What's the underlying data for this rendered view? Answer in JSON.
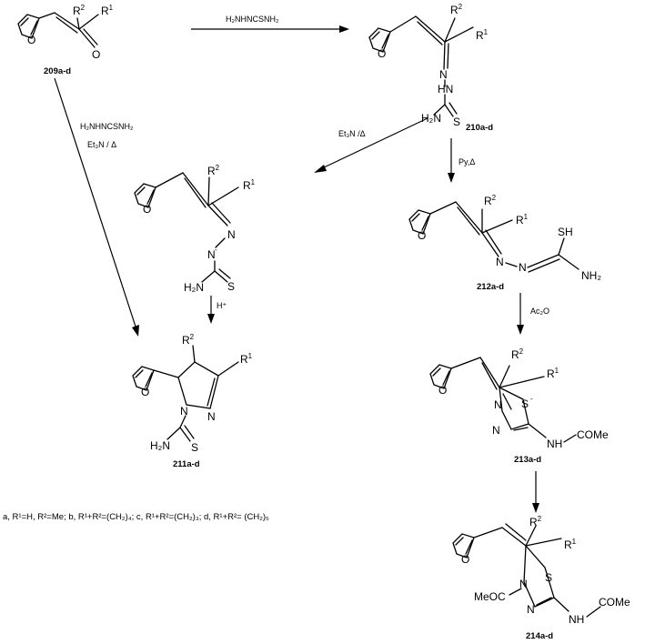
{
  "compounds": {
    "c209": {
      "id": "209a-d",
      "r1": "R",
      "r1_sup": "1",
      "r2": "R",
      "r2_sup": "2",
      "o": "O"
    },
    "c210": {
      "id": "210a-d",
      "r1": "R",
      "r1_sup": "1",
      "r2": "R",
      "r2_sup": "2",
      "n": "N",
      "hn": "HN",
      "h2n": "H₂N",
      "s": "S"
    },
    "cInt": {
      "r1": "R",
      "r1_sup": "1",
      "r2": "R",
      "r2_sup": "2",
      "n": "N",
      "nminus": "N",
      "minus": "-",
      "h2n": "H₂N",
      "s": "S"
    },
    "c211": {
      "id": "211a-d",
      "r1": "R",
      "r1_sup": "1",
      "r2": "R",
      "r2_sup": "2",
      "n_ring": "N",
      "n_ring2": "N",
      "h2n": "H₂N",
      "s": "S"
    },
    "c212": {
      "id": "212a-d",
      "r1": "R",
      "r1_sup": "1",
      "r2": "R",
      "r2_sup": "2",
      "n1": "N",
      "n2": "N",
      "sh": "SH",
      "nh2": "NH₂"
    },
    "c213": {
      "id": "213a-d",
      "r1": "R",
      "r1_sup": "1",
      "r2": "R",
      "r2_sup": "2",
      "n1": "N",
      "n2": "N",
      "s": "S",
      "minus": "-",
      "nh": "NH",
      "come": "COMe"
    },
    "c214": {
      "id": "214a-d",
      "r1": "R",
      "r1_sup": "1",
      "r2": "R",
      "r2_sup": "2",
      "n": "N",
      "n2": "N",
      "s": "S",
      "meoc": "MeOC",
      "nh": "NH",
      "come": "COMe"
    }
  },
  "reagents": {
    "top": "H₂NHNCSNH₂",
    "left1": "H₂NHNCSNH₂",
    "left2": "Et₃N / Δ",
    "mid": "Et₃N /Δ",
    "py": "Py,Δ",
    "hplus": "H⁺",
    "ac2o": "Ac₂O"
  },
  "footnote": "a, R¹=H, R²=Me; b, R¹+R²=(CH₂)₄; c, R¹+R²=(CH₂)₃; d, R¹+R²= (CH₂)₅"
}
